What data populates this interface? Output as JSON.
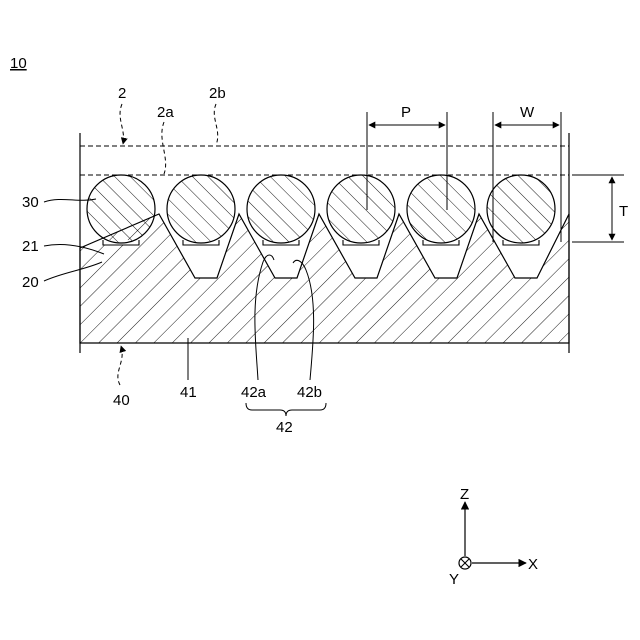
{
  "figure_number": "10",
  "labels": {
    "n2": "2",
    "n2a": "2a",
    "n2b": "2b",
    "P": "P",
    "W": "W",
    "T": "T",
    "n30": "30",
    "n21": "21",
    "n20": "20",
    "n40": "40",
    "n41": "41",
    "n42a": "42a",
    "n42b": "42b",
    "n42": "42"
  },
  "axes": {
    "z": "Z",
    "x": "X",
    "y": "Y"
  }
}
